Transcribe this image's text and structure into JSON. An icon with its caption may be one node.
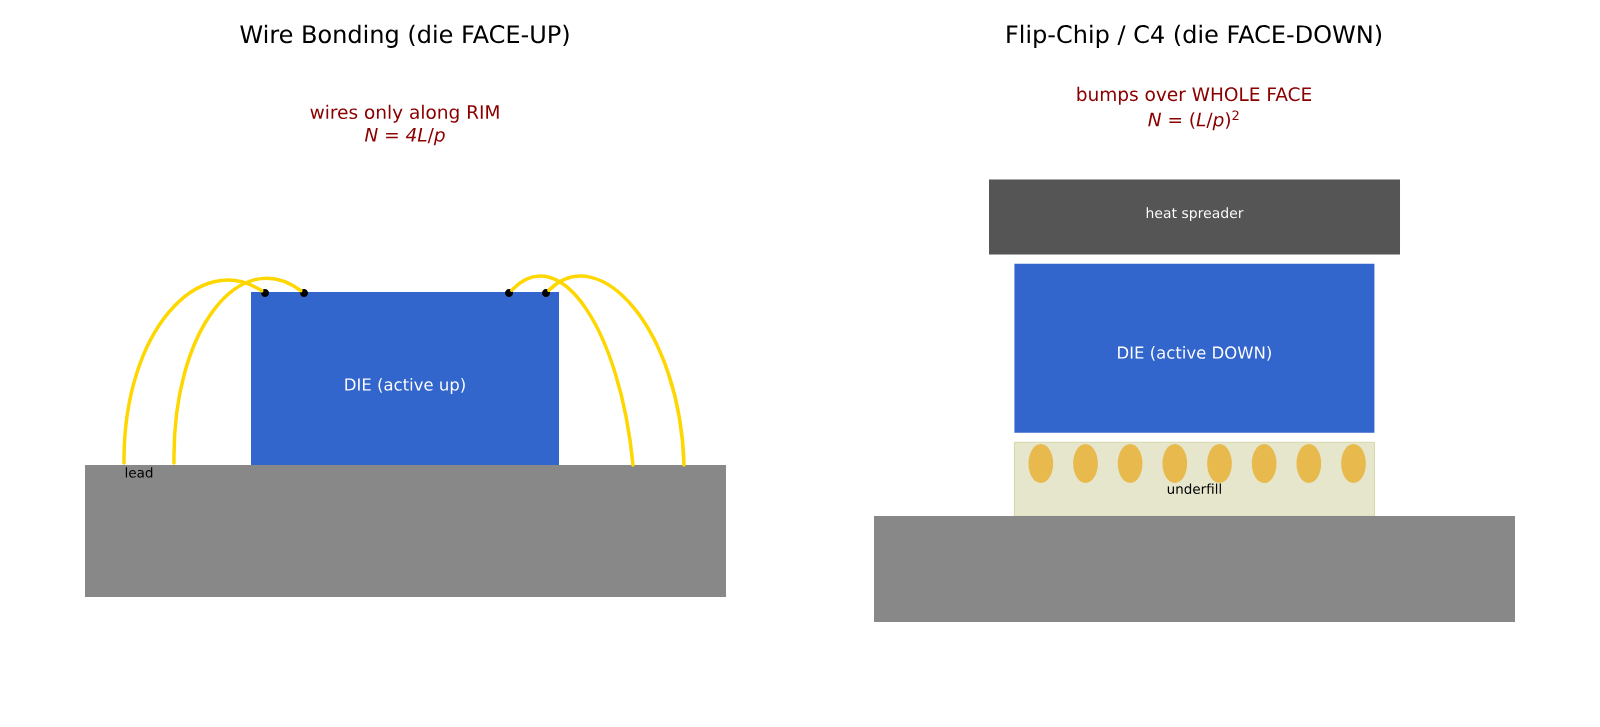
{
  "diagram": {
    "nodes": [
      {
        "text": [
          "DIE (active up)"
        ]
      },
      {
        "text": [],
        "shape": "circle"
      },
      {
        "text": [],
        "shape": "circle"
      },
      {
        "text": [],
        "shape": "circle"
      },
      {
        "text": [],
        "shape": "circle"
      },
      {
        "text": [],
        "shape": "box"
      },
      {
        "text": [
          "heat spreader"
        ]
      },
      {
        "text": [
          "DIE (active DOWN)"
        ]
      },
      {
        "text": [
          "underfill"
        ]
      },
      {
        "text": [],
        "shape": "circle",
        "in": 8
      },
      {
        "text": [],
        "shape": "circle",
        "in": 8
      },
      {
        "text": [],
        "shape": "circle",
        "in": 8
      },
      {
        "text": [],
        "shape": "circle",
        "in": 8
      },
      {
        "text": [],
        "shape": "circle",
        "in": 8
      },
      {
        "text": [],
        "shape": "circle",
        "in": 8
      },
      {
        "text": [],
        "shape": "circle",
        "in": 8
      },
      {
        "text": [],
        "shape": "circle",
        "in": 8
      },
      {
        "text": [],
        "shape": "box"
      }
    ],
    "edges": [
      {
        "from": 1,
        "to": 5,
        "arrow": "none"
      },
      {
        "from": 2,
        "to": 5,
        "arrow": "none"
      },
      {
        "from": 3,
        "to": 5,
        "arrow": "none"
      },
      {
        "from": 4,
        "to": 5,
        "arrow": "none"
      }
    ],
    "labels": [
      "Wire Bonding (die FACE-UP)",
      "wires only along RIM",
      "*N* = *4L*/*p*",
      "lead",
      "Flip-Chip / C4 (die FACE-DOWN)",
      "bumps over WHOLE FACE",
      "*N* = (*L*/*p*)$^{2}$"
    ]
  }
}
